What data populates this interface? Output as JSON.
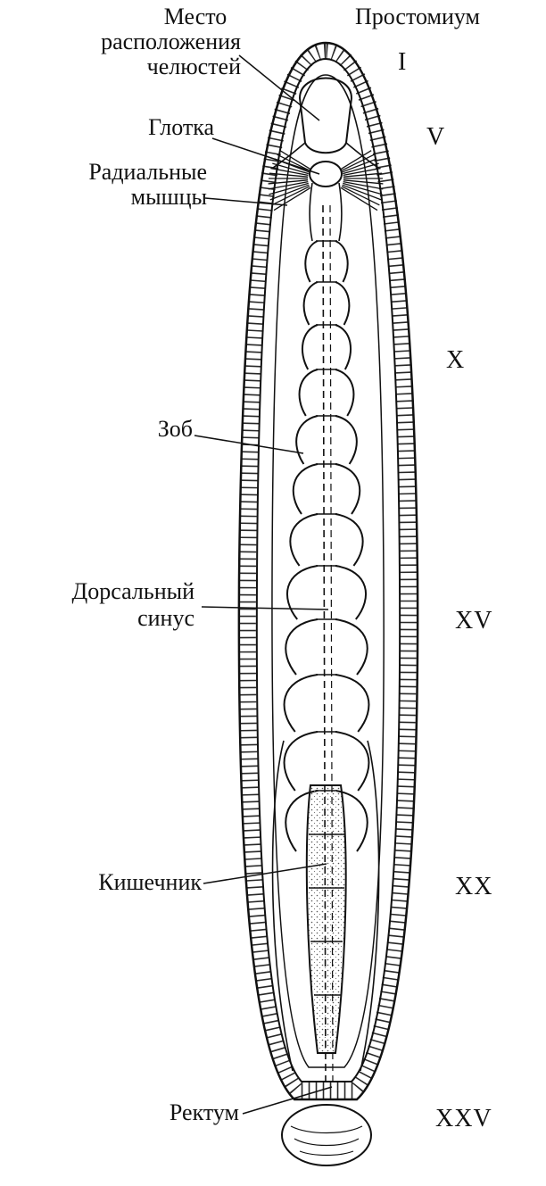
{
  "labels": {
    "jaws_line1": "Место",
    "jaws_line2": "расположения",
    "jaws_line3": "челюстей",
    "pharynx": "Глотка",
    "radial_line1": "Радиальные",
    "radial_line2": "мышцы",
    "crop": "Зоб",
    "dorsal_line1": "Дорсальный",
    "dorsal_line2": "синус",
    "intestine": "Кишечник",
    "rectum": "Ректум",
    "prostomium": "Простомиум"
  },
  "segments": {
    "s1": "I",
    "s5": "V",
    "s10": "X",
    "s15": "XV",
    "s20": "XX",
    "s25": "XXV"
  },
  "colors": {
    "ink": "#111111",
    "background": "#ffffff"
  }
}
